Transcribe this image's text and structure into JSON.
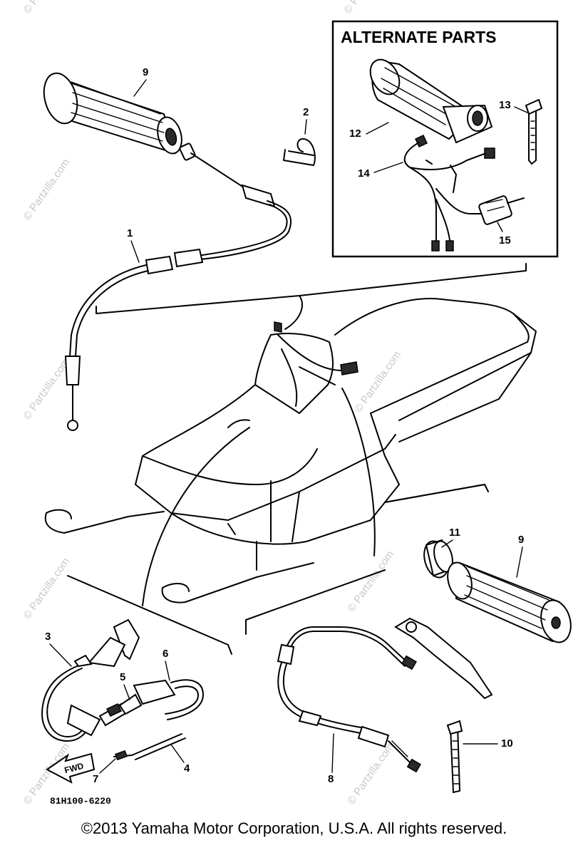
{
  "watermark": "© Partzilla.com",
  "alternate_parts_title": "ALTERNATE PARTS",
  "diagram_code": "81H100-6220",
  "fwd_label": "FWD",
  "callouts": {
    "c1": "1",
    "c2": "2",
    "c3": "3",
    "c4": "4",
    "c5": "5",
    "c6": "6",
    "c7": "7",
    "c8": "8",
    "c9a": "9",
    "c9b": "9",
    "c10": "10",
    "c11": "11",
    "c12": "12",
    "c13": "13",
    "c14": "14",
    "c15": "15"
  },
  "copyright": "©2013 Yamaha Motor Corporation, U.S.A. All rights reserved."
}
